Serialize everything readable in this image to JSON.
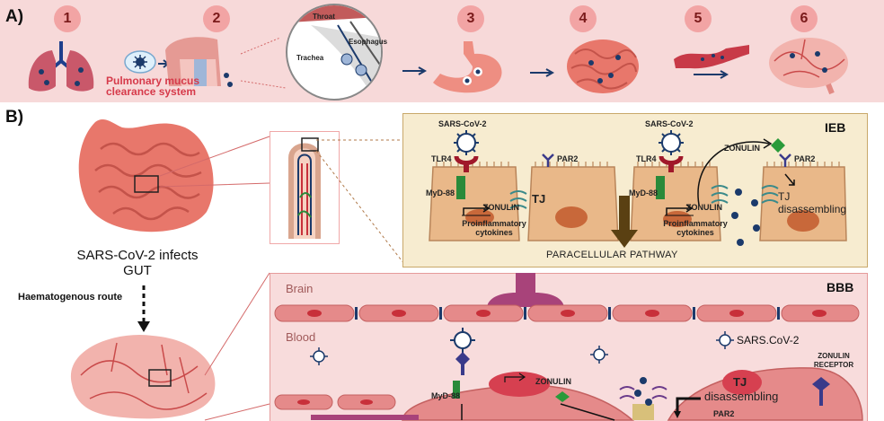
{
  "panelA": {
    "label": "A)",
    "steps": [
      "1",
      "2",
      "3",
      "4",
      "5",
      "6"
    ],
    "mucus_text": "Pulmonary mucus clearance system",
    "inset": {
      "throat": "Throat",
      "esophagus": "Esophagus",
      "trachea": "Trachea"
    }
  },
  "panelB": {
    "label": "B)",
    "gut_caption": "SARS-CoV-2 infects GUT",
    "route_caption": "Haematogenous route",
    "ieb": {
      "title": "IEB",
      "sars_left": "SARS-CoV-2",
      "sars_right": "SARS-CoV-2",
      "tlr4_left": "TLR4",
      "tlr4_right": "TLR4",
      "myd_left": "MyD-88",
      "myd_right": "MyD-88",
      "zonulin_left": "ZONULIN",
      "zonulin_right": "ZONULIN",
      "zonulin_top": "ZONULIN",
      "par2_left": "PAR2",
      "par2_right": "PAR2",
      "tj": "TJ",
      "tj_dis": "TJ disassembling",
      "cyto_left": "Proinflammatory cytokines",
      "cyto_right": "Proinflammatory cytokines",
      "pathway": "PARACELLULAR PATHWAY"
    },
    "bbb": {
      "title": "BBB",
      "brain": "Brain",
      "blood": "Blood",
      "sars_legend": "SARS.CoV-2",
      "myd": "MyD-88",
      "zonulin": "ZONULIN",
      "tj": "TJ",
      "tj_dis": "disassembling",
      "receptor": "ZONULIN RECEPTOR",
      "par2": "PAR2"
    }
  },
  "colors": {
    "panelA_bg": "#f7d9d9",
    "ieb_bg": "#f7ecd0",
    "bbb_bg": "#f8dcdc",
    "gut": "#e8776b",
    "virus": "#1b3a6b"
  }
}
